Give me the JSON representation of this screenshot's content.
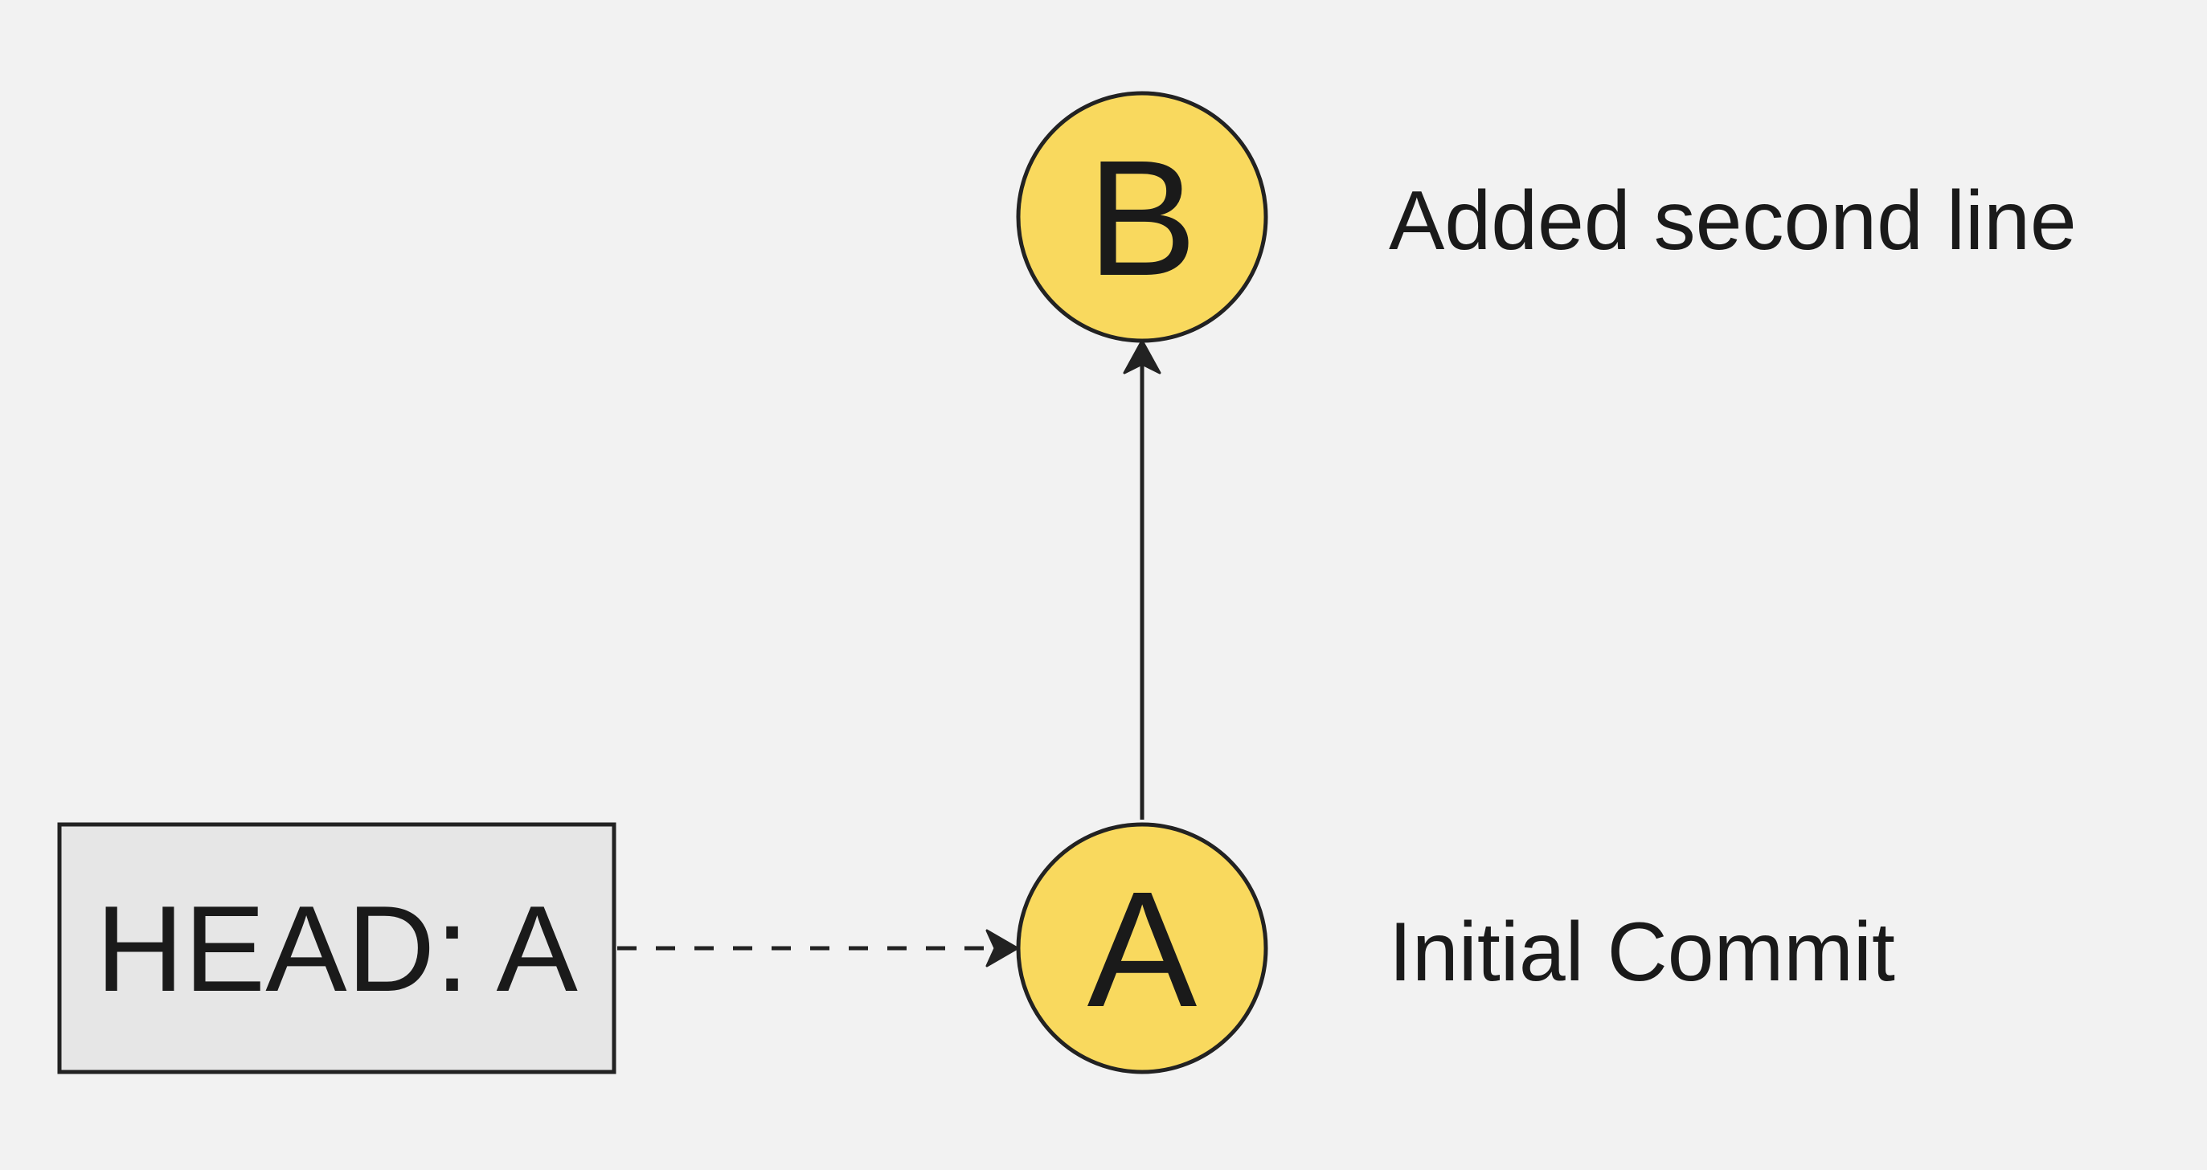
{
  "diagram": {
    "commits": [
      {
        "id": "B",
        "message": "Added second line"
      },
      {
        "id": "A",
        "message": "Initial Commit"
      }
    ],
    "head": {
      "label": "HEAD: A",
      "points_to": "A"
    },
    "edges": [
      {
        "from": "A",
        "to": "B",
        "style": "solid"
      },
      {
        "from": "HEAD",
        "to": "A",
        "style": "dashed"
      }
    ]
  },
  "colors": {
    "background": "#f2f2f2",
    "commit_fill": "#f9d95e",
    "stroke": "#222222",
    "head_fill": "#e6e6e6",
    "text": "#1a1a1a"
  }
}
